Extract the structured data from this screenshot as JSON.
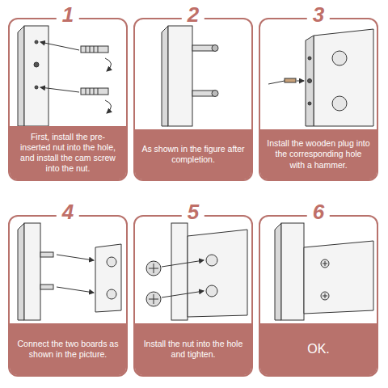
{
  "diagram": {
    "nodes": [
      {
        "text": [
          "1",
          "First, install the pre-inserted nut into the hole, and install the cam screw into the nut."
        ]
      },
      {
        "text": [
          "2",
          "As shown in the figure after completion."
        ]
      },
      {
        "text": [
          "3",
          "Install the wooden plug into the corresponding hole with a hammer."
        ]
      },
      {
        "text": [
          "4",
          "Connect the two boards as shown in the picture."
        ]
      },
      {
        "text": [
          "5",
          "Install the nut into the hole and tighten."
        ]
      },
      {
        "text": [
          "6",
          "OK."
        ]
      }
    ]
  }
}
